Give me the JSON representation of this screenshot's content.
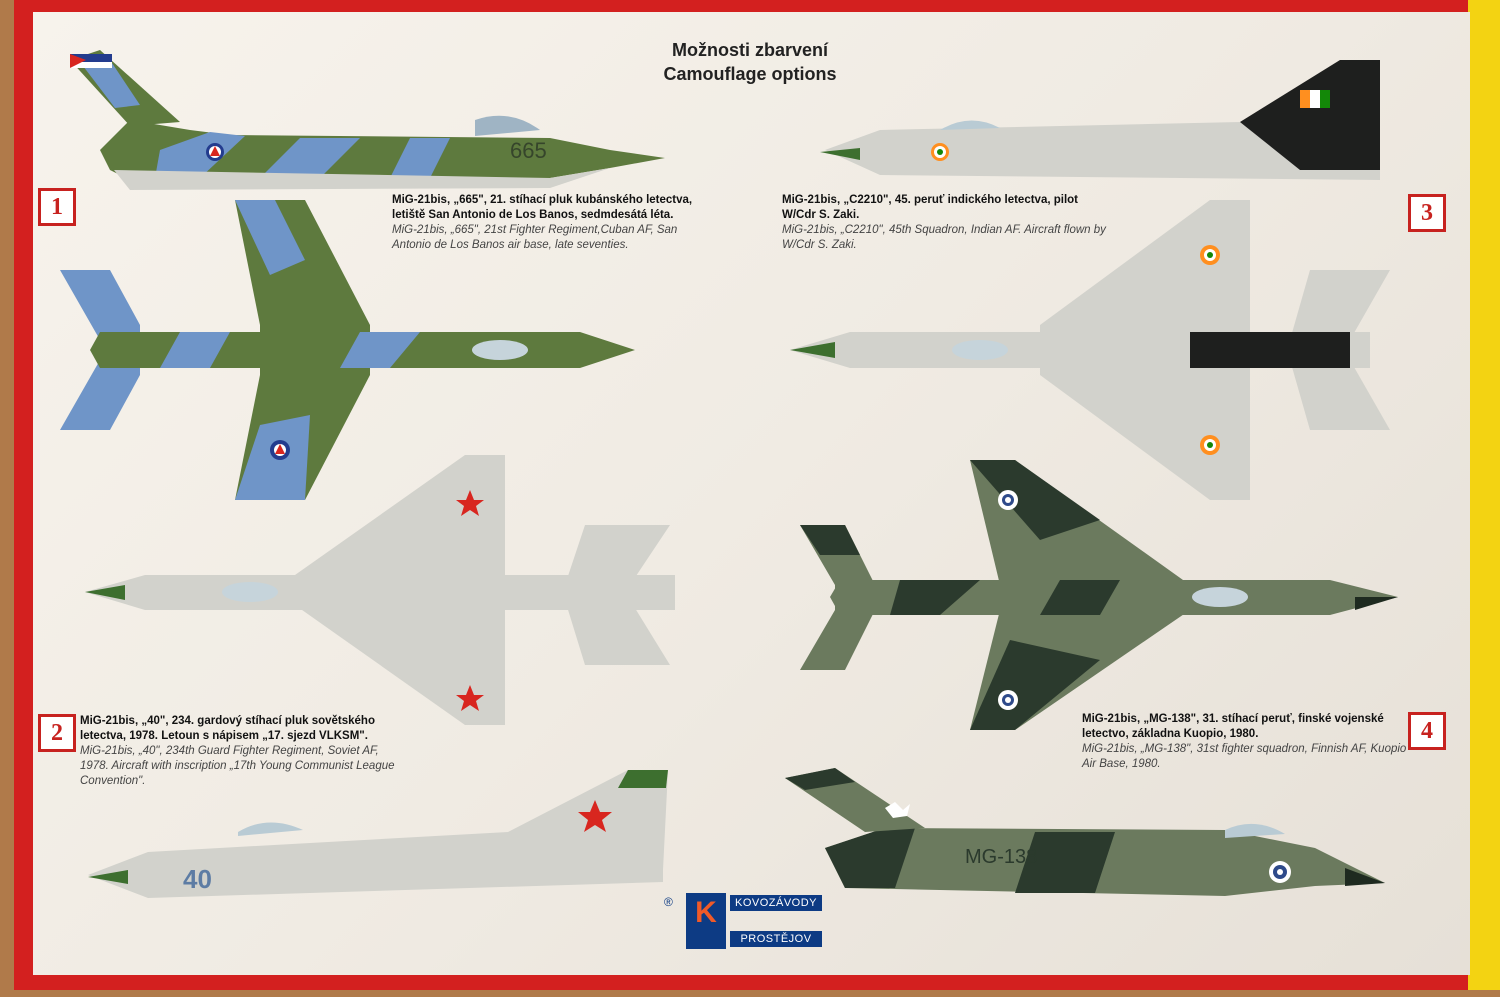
{
  "title": {
    "line1": "Možnosti zbarvení",
    "line2": "Camouflage options"
  },
  "options": [
    {
      "number": "1",
      "cz": "MiG-21bis, „665\", 21. stíhací pluk kubánského letectva, letiště San Antonio de Los Banos, sedmdesátá léta.",
      "en": "MiG-21bis, „665\", 21st Fighter Regiment,Cuban AF, San Antonio de Los Banos air base, late seventies.",
      "code": "665"
    },
    {
      "number": "2",
      "cz": "MiG-21bis, „40\", 234. gardový stíhací pluk sovětského letectva, 1978. Letoun s nápisem „17. sjezd VLKSM\".",
      "en": "MiG-21bis, „40\", 234th Guard Fighter Regiment, Soviet AF, 1978. Aircraft with inscription „17th Young Communist League Convention\".",
      "code": "40"
    },
    {
      "number": "3",
      "cz": "MiG-21bis, „C2210\", 45. peruť indického letectva, pilot W/Cdr S. Zaki.",
      "en": "MiG-21bis, „C2210\", 45th Squadron, Indian AF. Aircraft flown by W/Cdr S. Zaki.",
      "code": "C2210"
    },
    {
      "number": "4",
      "cz": "MiG-21bis, „MG-138\", 31. stíhací peruť, finské vojenské letectvo, základna Kuopio, 1980.",
      "en": "MiG-21bis, „MG-138\", 31st fighter squadron, Finnish AF, Kuopio Air Base, 1980.",
      "code": "MG-138"
    }
  ],
  "logo": {
    "mark": "K",
    "registered": "®",
    "top": "KOVOZÁVODY",
    "bottom": "PROSTĚJOV"
  },
  "colors": {
    "box_red": "#d3201f",
    "box_yellow": "#f3d312",
    "cuban_green": "#5e7a3e",
    "cuban_blue": "#6f95c8",
    "silver": "#d2d2cc",
    "finnish_dark": "#2b3a2d",
    "finnish_green": "#6b7a5e",
    "soviet_star": "#d8261f",
    "logo_blue": "#0d3b84"
  }
}
